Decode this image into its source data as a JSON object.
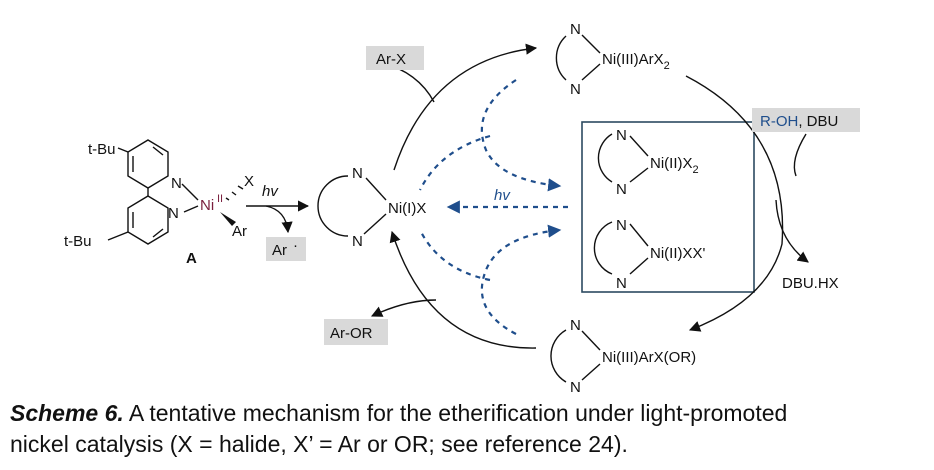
{
  "complex_a": {
    "tbu_top": "t-Bu",
    "tbu_bottom": "t-Bu",
    "n1": "N",
    "n2": "N",
    "ni": "Ni",
    "ni_ox": "II",
    "x": "X",
    "ar": "Ar",
    "label": "A"
  },
  "step1": {
    "hv": "hv",
    "byproduct": "Ar",
    "radical_dot": "·"
  },
  "species": {
    "ni_i": {
      "n_top": "N",
      "n_bottom": "N",
      "metal": "Ni(I)X"
    },
    "ni_iii_x2": {
      "n_top": "N",
      "n_bottom": "N",
      "metal": "Ni(III)ArX",
      "sub": "2"
    },
    "ni_iii_or": {
      "n_top": "N",
      "n_bottom": "N",
      "metal": "Ni(III)ArX(OR)"
    },
    "ni_ii_x2": {
      "n_top": "N",
      "n_bottom": "N",
      "metal": "Ni(II)X",
      "sub": "2"
    },
    "ni_ii_xx": {
      "n_top": "N",
      "n_bottom": "N",
      "metal": "Ni(II)XX'"
    }
  },
  "reagents": {
    "ar_x": "Ar-X",
    "r_oh": "R-OH",
    "dbu": ", DBU",
    "dbu_hx": "DBU.HX",
    "ar_or": "Ar-OR",
    "hv_center": "hv"
  },
  "caption": {
    "title": "Scheme 6.",
    "line1": " A tentative mechanism for the etherification under light-promoted",
    "line2": "nickel catalysis (X = halide, X’ = Ar or OR; see reference 24)."
  }
}
